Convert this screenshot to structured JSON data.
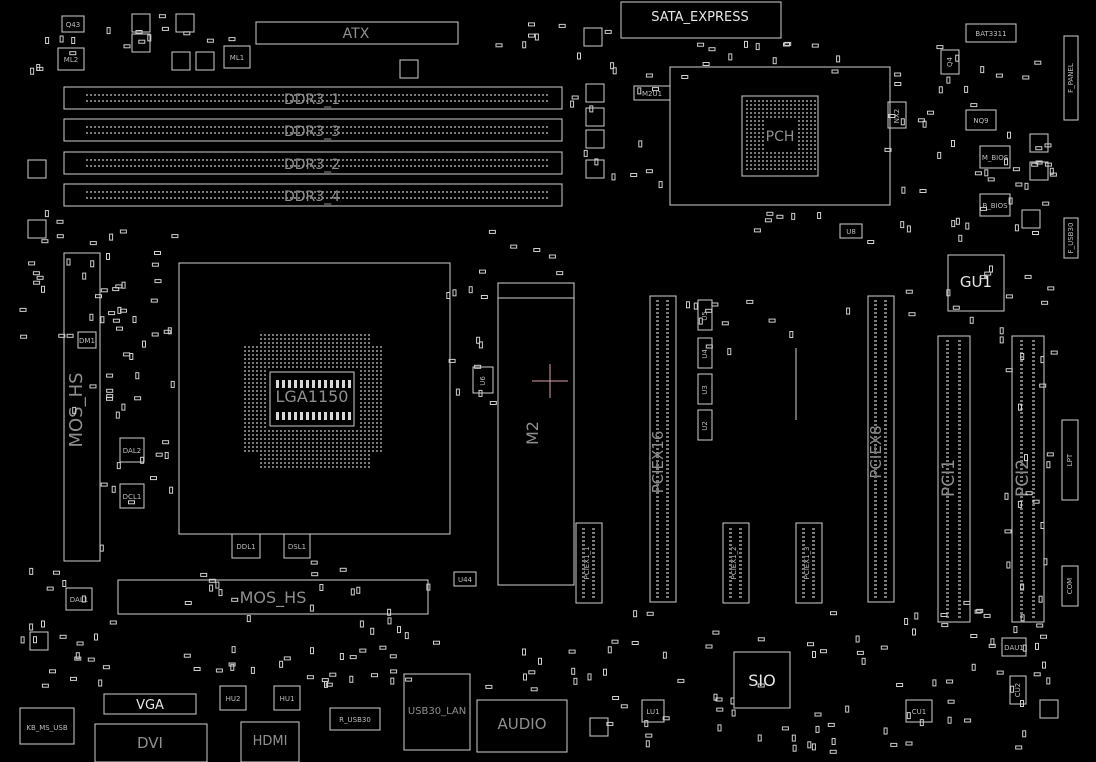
{
  "labels": {
    "atx": "ATX",
    "sata_express": "SATA_EXPRESS",
    "ddr3_1": "DDR3_1",
    "ddr3_3": "DDR3_3",
    "ddr3_2": "DDR3_2",
    "ddr3_4": "DDR3_4",
    "pch": "PCH",
    "cpu": "LGA1150",
    "m2": "M2",
    "pciex16": "PCIEX16",
    "pciex8": "PCIEX8",
    "pci1": "PCI1",
    "pci2": "PCI2",
    "pciex1_1": "PCIEX1_1",
    "pciex1_2": "PCIEX1_2",
    "pciex1_3": "PCIEX1_3",
    "gu1": "GU1",
    "sio": "SIO",
    "vga": "VGA",
    "dvi": "DVI",
    "hdmi": "HDMI",
    "usb30_lan": "USB30_LAN",
    "audio": "AUDIO",
    "mos_hs": "MOS_HS",
    "mos_hs_side": "MOS_HS",
    "f_panel": "F_PANEL",
    "u8": "U8",
    "u6": "U6",
    "u44": "U44",
    "u2": "U2",
    "u3": "U3",
    "u4": "U4",
    "u5": "U5",
    "q43": "Q43",
    "q4": "Q4",
    "ml1": "ML1",
    "ml2": "ML2",
    "nq9": "NQ9",
    "nx2": "NX2",
    "dal2": "DAL2",
    "dcl1": "DCL1",
    "ddl1": "DDL1",
    "dsl1": "DSL1",
    "dal1": "DAL1",
    "dm1": "DM1",
    "hu2": "HU2",
    "hu1": "HU1",
    "lu1": "LU1",
    "cu1": "CU1",
    "cu2": "CU2",
    "dau1": "DAU1",
    "m2u1": "M2U1",
    "f_usb3": "F_USB30",
    "lpt": "LPT",
    "com": "COM",
    "bios_m": "M_BIOS",
    "bios_b": "B_BIOS",
    "usb_chip": "BAT3311",
    "r_usb30": "R_USB30",
    "usb_ps2": "KB_MS_USB"
  },
  "colors": {
    "background": "#000000",
    "outline": "#cfcfcf",
    "label": "#8f8f8f",
    "marker": "#d9a0a8"
  }
}
